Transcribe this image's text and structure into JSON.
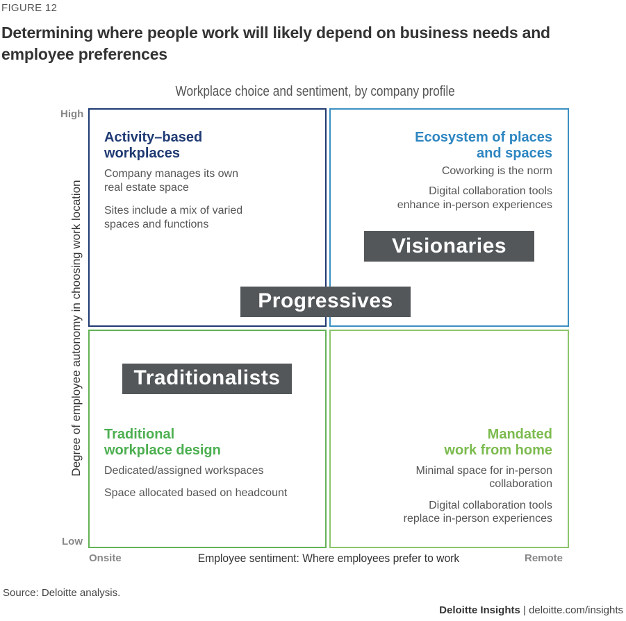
{
  "figure_label": "FIGURE 12",
  "title": "Determining where people work will likely depend on business needs and employee preferences",
  "subtitle": "Workplace choice and sentiment, by company profile",
  "axes": {
    "y_label": "Degree of employee autonomy in choosing work location",
    "y_high": "High",
    "y_low": "Low",
    "x_label": "Employee sentiment: Where employees prefer to work",
    "x_left": "Onsite",
    "x_right": "Remote"
  },
  "quadrants": {
    "top_left": {
      "title_line1": "Activity–based",
      "title_line2": "workplaces",
      "item1_line1": "Company manages its own",
      "item1_line2": "real estate space",
      "item2_line1": "Sites include a mix of varied",
      "item2_line2": "spaces and functions",
      "color": "#1f3a73"
    },
    "top_right": {
      "title_line1": "Ecosystem of places",
      "title_line2": "and spaces",
      "item1": "Coworking is the norm",
      "item2_line1": "Digital collaboration tools",
      "item2_line2": "enhance in-person experiences",
      "color": "#2e86c1"
    },
    "bottom_left": {
      "title_line1": "Traditional",
      "title_line2": "workplace design",
      "item1": "Dedicated/assigned workspaces",
      "item2": "Space allocated based on headcount",
      "color": "#4caf50"
    },
    "bottom_right": {
      "title_line1": "Mandated",
      "title_line2": "work from home",
      "item1_line1": "Minimal space for in-person",
      "item1_line2": "collaboration",
      "item2_line1": "Digital collaboration tools",
      "item2_line2": "replace in-person experiences",
      "color": "#7cbb4f"
    }
  },
  "profiles": {
    "visionaries": "Visionaries",
    "progressives": "Progressives",
    "traditionalists": "Traditionalists"
  },
  "footer": {
    "source": "Source: Deloitte analysis.",
    "brand": "Deloitte Insights",
    "separator": "|",
    "url": "deloitte.com/insights"
  }
}
